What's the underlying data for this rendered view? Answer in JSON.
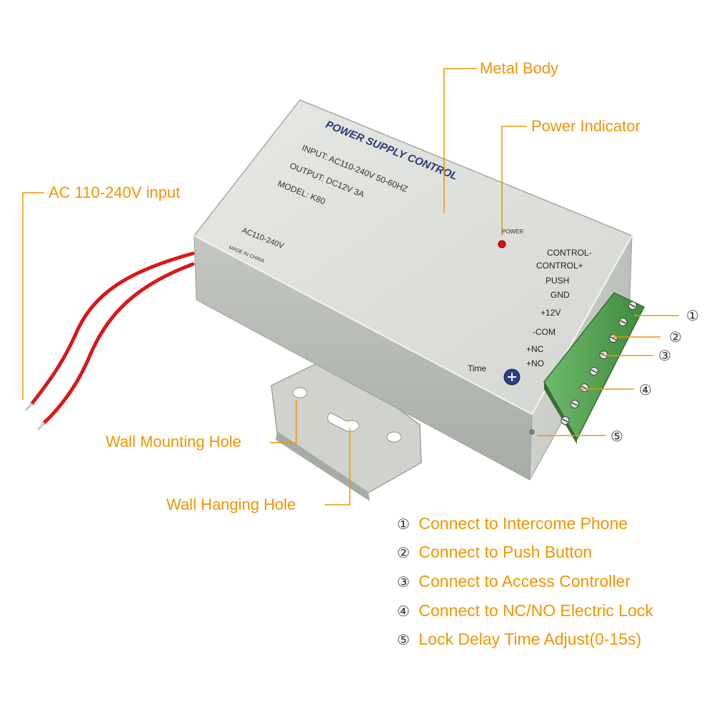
{
  "colors": {
    "accent": "#F29400",
    "body_light": "#dcdfdb",
    "body_mid": "#c7cac5",
    "body_dark": "#a9ada8",
    "terminal_green": "#5aa657",
    "wire_red": "#d81818",
    "print_blue": "#2a3a78",
    "print_gray": "#333333"
  },
  "callouts": {
    "metal_body": "Metal Body",
    "power_indicator": "Power Indicator",
    "ac_input": "AC 110-240V input",
    "wall_mounting_hole": "Wall Mounting Hole",
    "wall_hanging_hole": "Wall Hanging Hole"
  },
  "device": {
    "title": "POWER SUPPLY CONTROL",
    "spec_input": "INPUT: AC110-240V  50-60HZ",
    "spec_output": "OUTPUT: DC12V  3A",
    "spec_model": "MODEL: K80",
    "side_rating": "AC110-240V",
    "made_in": "MADE IN CHINA",
    "power_led_label": "POWER",
    "time_label": "Time",
    "terminals": [
      "CONTROL-",
      "CONTROL+",
      "PUSH",
      "GND",
      "+12V",
      "-COM",
      "+NC",
      "+NO"
    ]
  },
  "markers": [
    "①",
    "②",
    "③",
    "④",
    "⑤"
  ],
  "legend": [
    {
      "num": "①",
      "text": "Connect to Intercome Phone"
    },
    {
      "num": "②",
      "text": "Connect to Push Button"
    },
    {
      "num": "③",
      "text": "Connect to Access Controller"
    },
    {
      "num": "④",
      "text": "Connect to NC/NO Electric Lock"
    },
    {
      "num": "⑤",
      "text": "Lock Delay Time Adjust(0-15s)"
    }
  ]
}
